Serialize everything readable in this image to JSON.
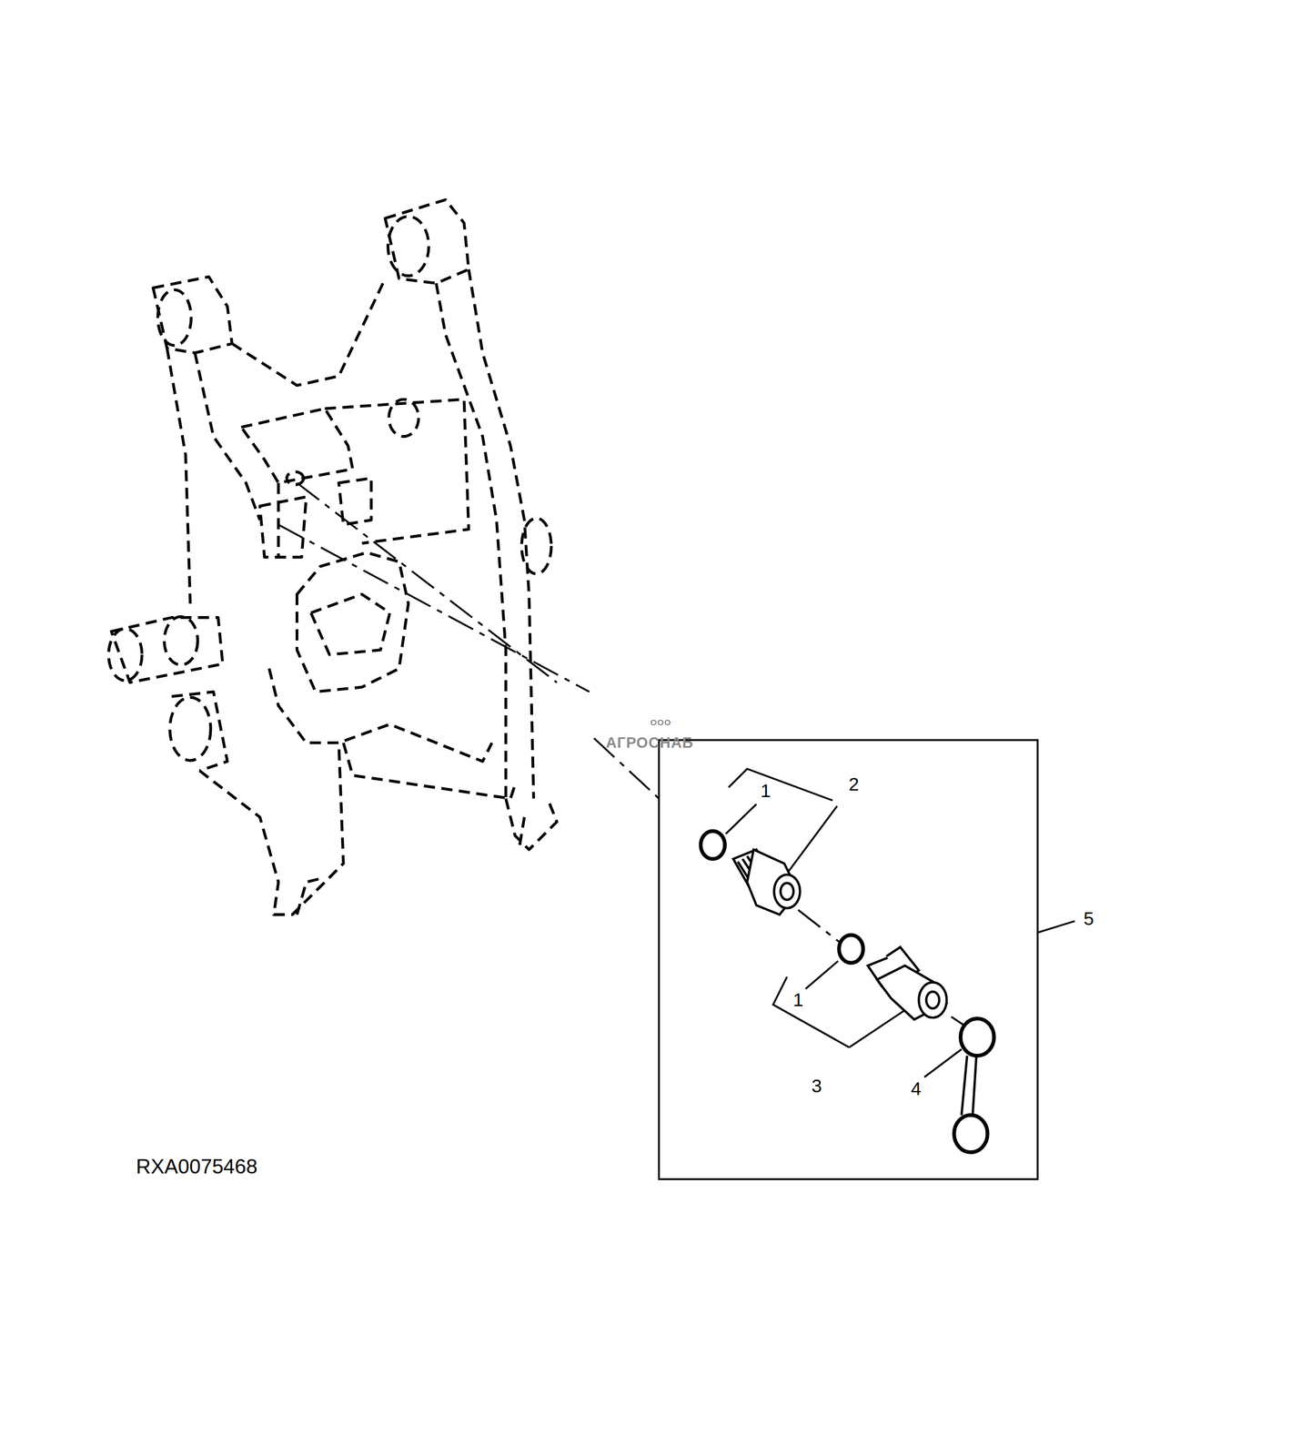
{
  "diagram": {
    "labels": [
      "ООО",
      "АГРОСНАБ",
      "1",
      "2",
      "5",
      "1",
      "3",
      "4",
      "RXA0075468"
    ]
  }
}
